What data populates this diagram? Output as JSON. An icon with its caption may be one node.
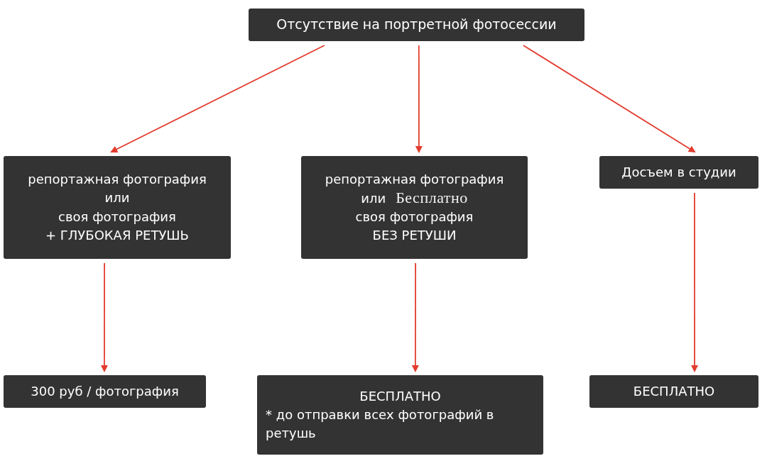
{
  "diagram": {
    "nodes": [
      {
        "text": [
          "Отсутствие на портретной фотосессии"
        ]
      },
      {
        "text": [
          "репортажная фотография",
          "или",
          "своя фотография",
          "+ ГЛУБОКАЯ РЕТУШЬ"
        ]
      },
      {
        "text": [
          "репортажная фотография",
          "или",
          "Бесплатно",
          "своя фотография",
          "БЕЗ РЕТУШИ"
        ]
      },
      {
        "text": [
          "Досъем в студии"
        ]
      },
      {
        "text": [
          "300 руб / фотография"
        ]
      },
      {
        "text": [
          "БЕСПЛАТНО",
          "* до отправки всех фотографий в ретушь"
        ]
      },
      {
        "text": [
          "БЕСПЛАТНО"
        ]
      }
    ],
    "edges": [
      {
        "from": 0,
        "to": 1,
        "arrow": "to"
      },
      {
        "from": 0,
        "to": 2,
        "arrow": "to"
      },
      {
        "from": 0,
        "to": 3,
        "arrow": "to"
      },
      {
        "from": 1,
        "to": 4,
        "arrow": "to"
      },
      {
        "from": 2,
        "to": 5,
        "arrow": "to"
      },
      {
        "from": 3,
        "to": 6,
        "arrow": "to"
      }
    ]
  }
}
